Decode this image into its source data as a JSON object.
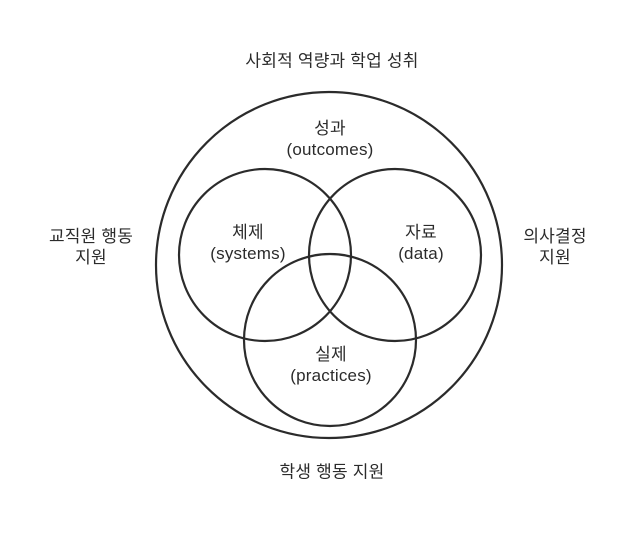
{
  "diagram": {
    "title": "사회적 역량과 학업 성취",
    "outer_circle": {
      "label_ko": "성과",
      "label_en": "(outcomes)"
    },
    "circles": [
      {
        "id": "systems",
        "label_ko": "체제",
        "label_en": "(systems)"
      },
      {
        "id": "data",
        "label_ko": "자료",
        "label_en": "(data)"
      },
      {
        "id": "practices",
        "label_ko": "실제",
        "label_en": "(practices)"
      }
    ],
    "side_labels": {
      "left": {
        "line1": "교직원 행동",
        "line2": "지원"
      },
      "right": {
        "line1": "의사결정",
        "line2": "지원"
      },
      "bottom": "학생 행동 지원"
    },
    "colors": {
      "stroke": "#2b2b2b",
      "text": "#2b2b2b",
      "background": "#ffffff"
    }
  }
}
